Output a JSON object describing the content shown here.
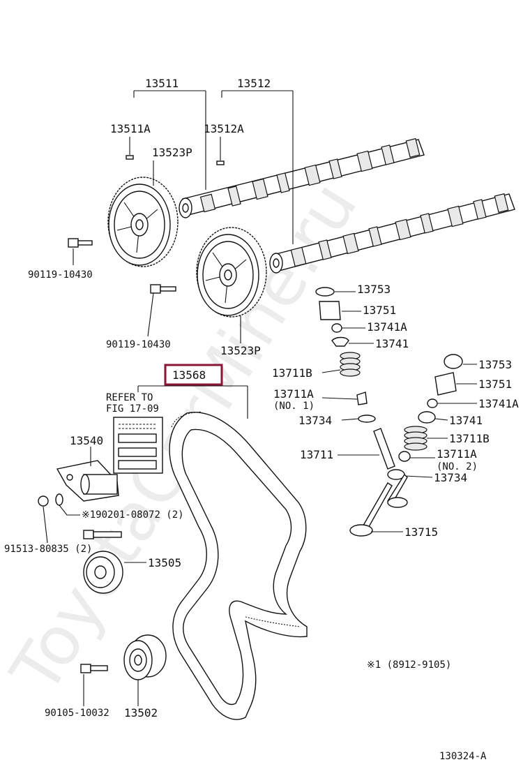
{
  "watermark": "ToyotaCarMine.ru",
  "figure_code": "130324-A",
  "footnote": "※1 (8912-9105)",
  "highlight_color": "#8b1535",
  "labels": {
    "p13511": "13511",
    "p13512": "13512",
    "p13511A": "13511A",
    "p13512A": "13512A",
    "p13523P_top": "13523P",
    "p13523P_bottom": "13523P",
    "p90119_a": "90119-10430",
    "p90119_b": "90119-10430",
    "p13568": "13568",
    "refer_line1": "REFER TO",
    "refer_line2": "FIG 17-09",
    "p13540": "13540",
    "p190201": "※190201-08072 (2)",
    "p91513": "91513-80835 (2)",
    "p13505": "13505",
    "p90105": "90105-10032",
    "p13502": "13502",
    "p13753_a": "13753",
    "p13751_a": "13751",
    "p13741A_a": "13741A",
    "p13741_a": "13741",
    "p13711B_a": "13711B",
    "p13711A_a": "13711A",
    "no1": "(NO. 1)",
    "p13734_a": "13734",
    "p13711": "13711",
    "p13753_b": "13753",
    "p13751_b": "13751",
    "p13741A_b": "13741A",
    "p13741_b": "13741",
    "p13711B_b": "13711B",
    "p13711A_b": "13711A",
    "no2": "(NO. 2)",
    "p13734_b": "13734",
    "p13715": "13715"
  }
}
